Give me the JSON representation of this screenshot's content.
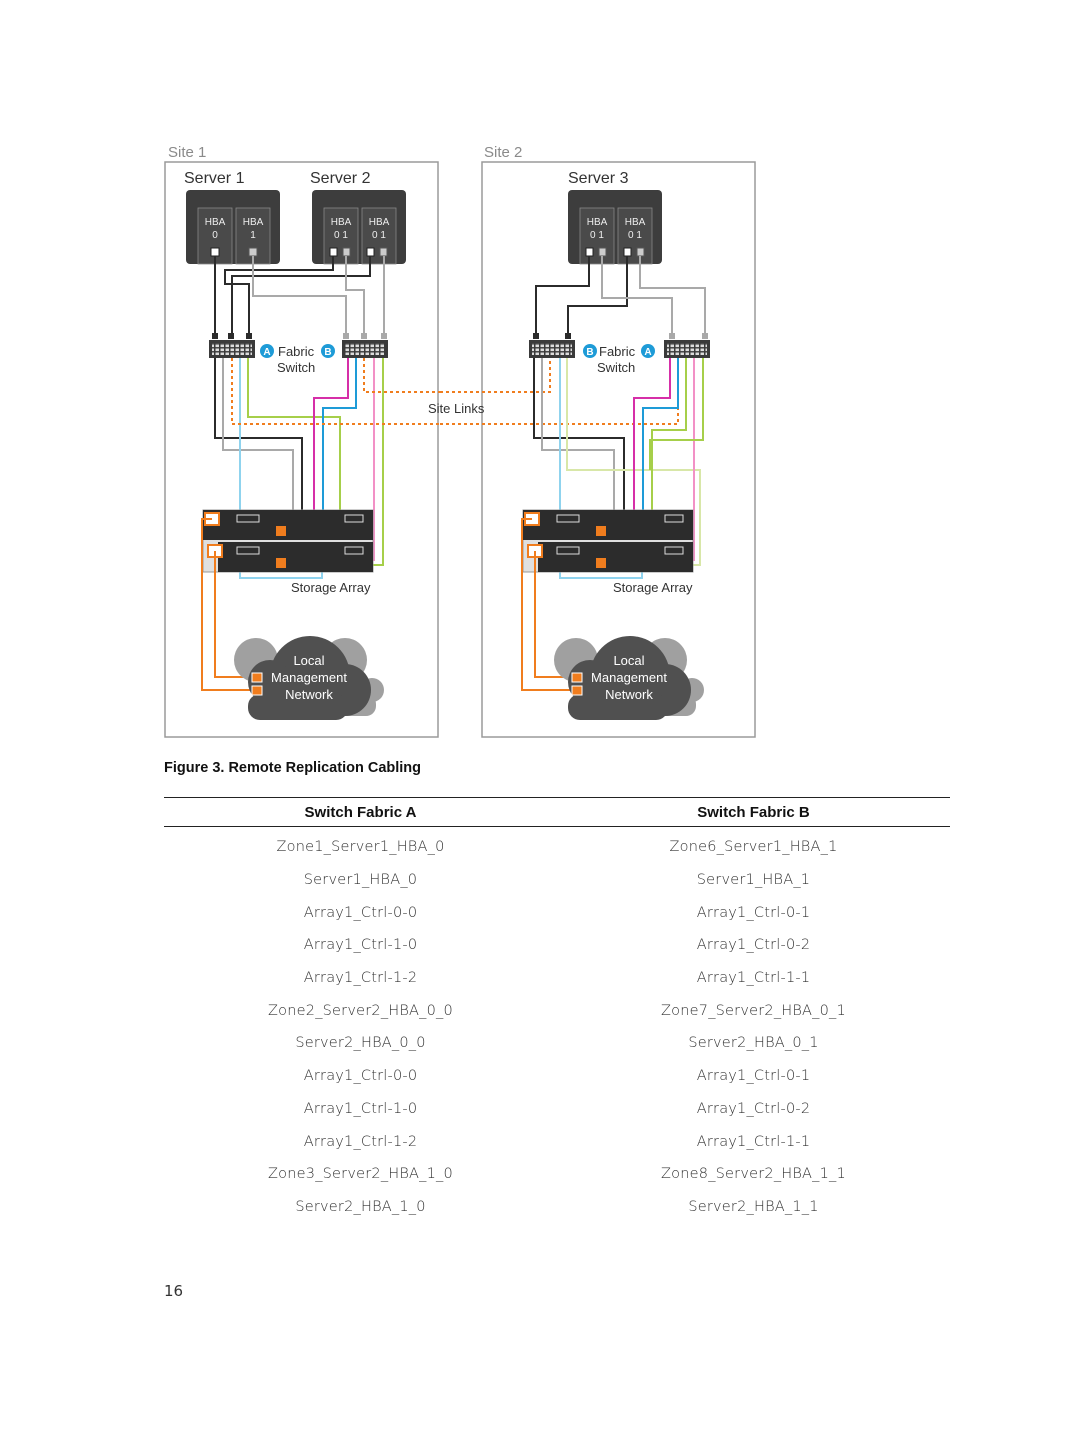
{
  "figure": {
    "site1_label": "Site 1",
    "site2_label": "Site 2",
    "server1_label": "Server 1",
    "server2_label": "Server 2",
    "server3_label": "Server 3",
    "hba_text": "HBA",
    "hba_port_0": "0",
    "hba_port_1": "1",
    "hba_ports_01": "0 1",
    "fabric_word": "Fabric",
    "switch_word": "Switch",
    "fabric_a_letter": "A",
    "fabric_b_letter": "B",
    "site_links_label": "Site Links",
    "storage_array_label": "Storage Array",
    "mgmt_line1": "Local",
    "mgmt_line2": "Management",
    "mgmt_line3": "Network",
    "colors": {
      "badge_blue": "#1e9bd7",
      "cable_black": "#2b2b2b",
      "cable_gray": "#a9a9a9",
      "cable_orange": "#f07d1e",
      "cable_magenta": "#d62fa8",
      "cable_blue": "#1e9bd7",
      "cable_cyan": "#8fd3ee",
      "cable_green": "#a6cf4a",
      "cable_pink": "#f291c6"
    }
  },
  "caption": "Figure 3. Remote Replication Cabling",
  "table": {
    "headers": [
      "Switch Fabric A",
      "Switch Fabric B"
    ],
    "rows": [
      [
        "Zone1_Server1_HBA_0",
        "Zone6_Server1_HBA_1"
      ],
      [
        "Server1_HBA_0",
        "Server1_HBA_1"
      ],
      [
        "Array1_Ctrl-0-0",
        "Array1_Ctrl-0-1"
      ],
      [
        "Array1_Ctrl-1-0",
        "Array1_Ctrl-0-2"
      ],
      [
        "Array1_Ctrl-1-2",
        "Array1_Ctrl-1-1"
      ],
      [
        "Zone2_Server2_HBA_0_0",
        "Zone7_Server2_HBA_0_1"
      ],
      [
        "Server2_HBA_0_0",
        "Server2_HBA_0_1"
      ],
      [
        "Array1_Ctrl-0-0",
        "Array1_Ctrl-0-1"
      ],
      [
        "Array1_Ctrl-1-0",
        "Array1_Ctrl-0-2"
      ],
      [
        "Array1_Ctrl-1-2",
        "Array1_Ctrl-1-1"
      ],
      [
        "Zone3_Server2_HBA_1_0",
        "Zone8_Server2_HBA_1_1"
      ],
      [
        "Server2_HBA_1_0",
        "Server2_HBA_1_1"
      ]
    ]
  },
  "page_number": "16"
}
